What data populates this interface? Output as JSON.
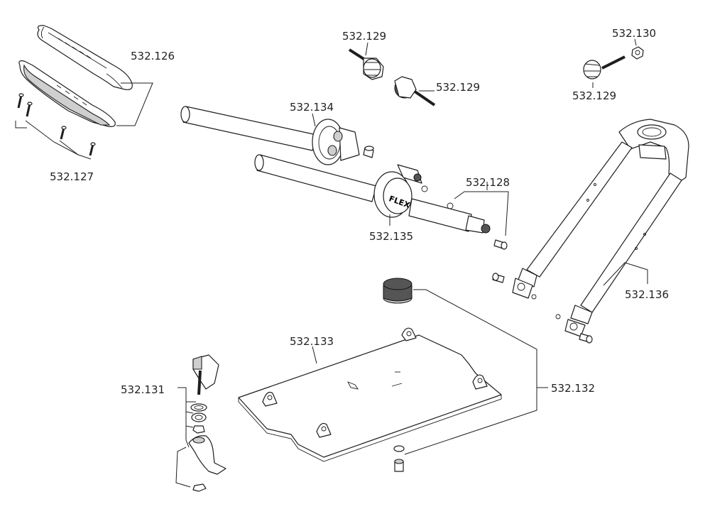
{
  "labels": {
    "p126": "532.126",
    "p127": "532.127",
    "p129a": "532.129",
    "p129b": "532.129",
    "p130": "532.130",
    "p129c": "532.129",
    "p134": "532.134",
    "p128": "532.128",
    "p135": "532.135",
    "p136": "532.136",
    "p133": "532.133",
    "p132": "532.132",
    "p131": "532.131"
  },
  "hub_logo": "FLEX"
}
